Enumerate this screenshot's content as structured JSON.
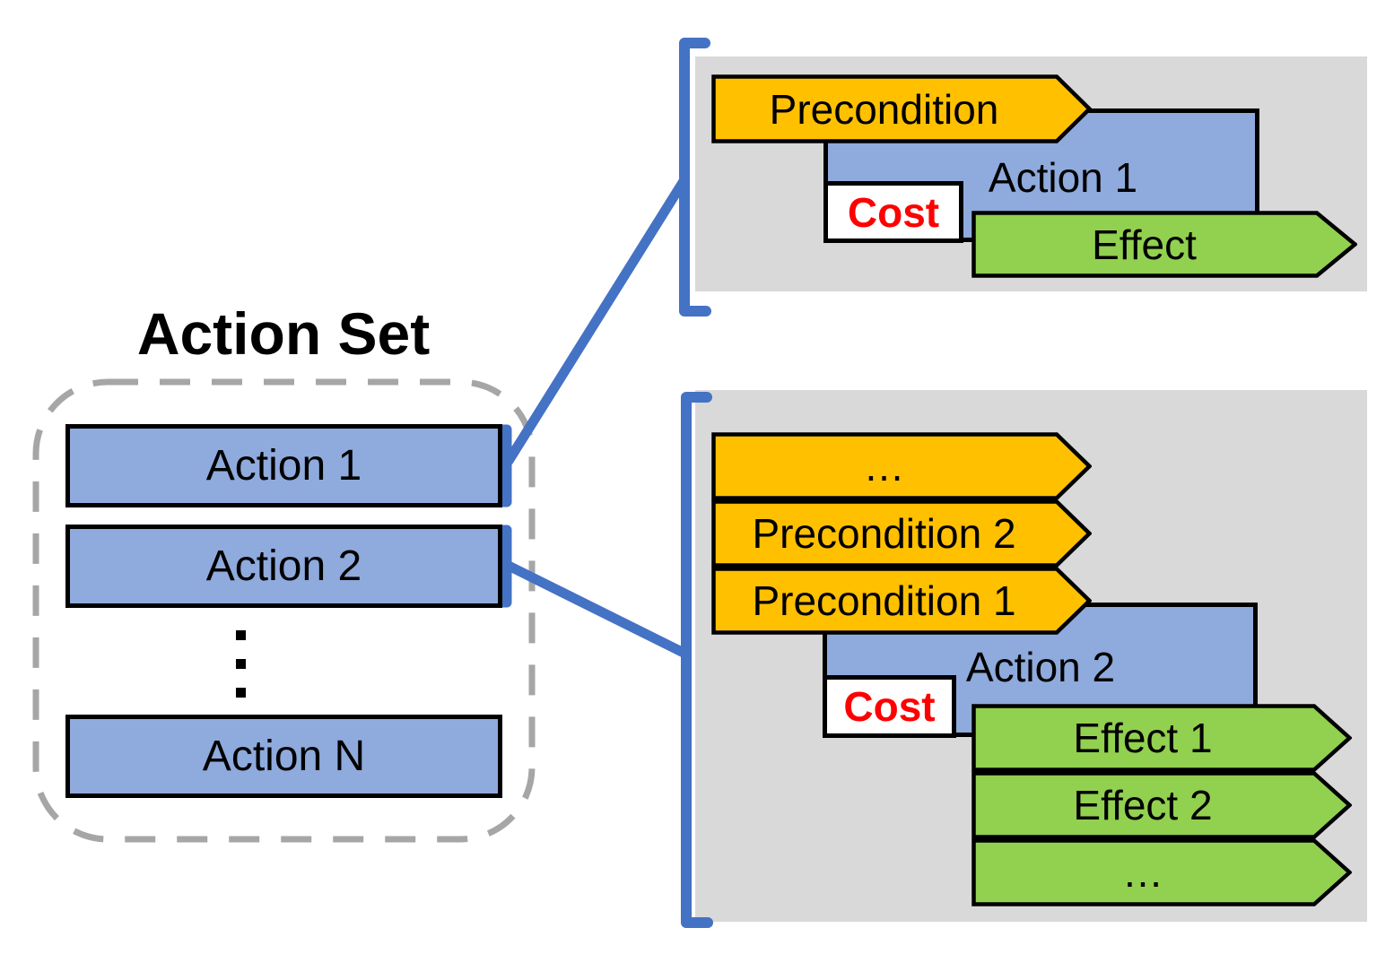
{
  "title": "Action Set",
  "action_set": {
    "actions": [
      "Action 1",
      "Action 2",
      "Action N"
    ]
  },
  "panel_action1": {
    "precondition": "Precondition",
    "action": "Action 1",
    "cost": "Cost",
    "effect": "Effect"
  },
  "panel_action2": {
    "preconditions": [
      "…",
      "Precondition 2",
      "Precondition 1"
    ],
    "action": "Action 2",
    "cost": "Cost",
    "effects": [
      "Effect 1",
      "Effect 2",
      "…"
    ]
  },
  "colors": {
    "precondition_fill": "#FFC000",
    "action_fill": "#8FAADC",
    "effect_fill": "#92D050",
    "cost_text_color": "#FF0000",
    "panel_background": "#D9D9D9",
    "connector_blue": "#4472C4",
    "dashed_border_gray": "#A6A6A6",
    "shape_outline": "#000000"
  }
}
